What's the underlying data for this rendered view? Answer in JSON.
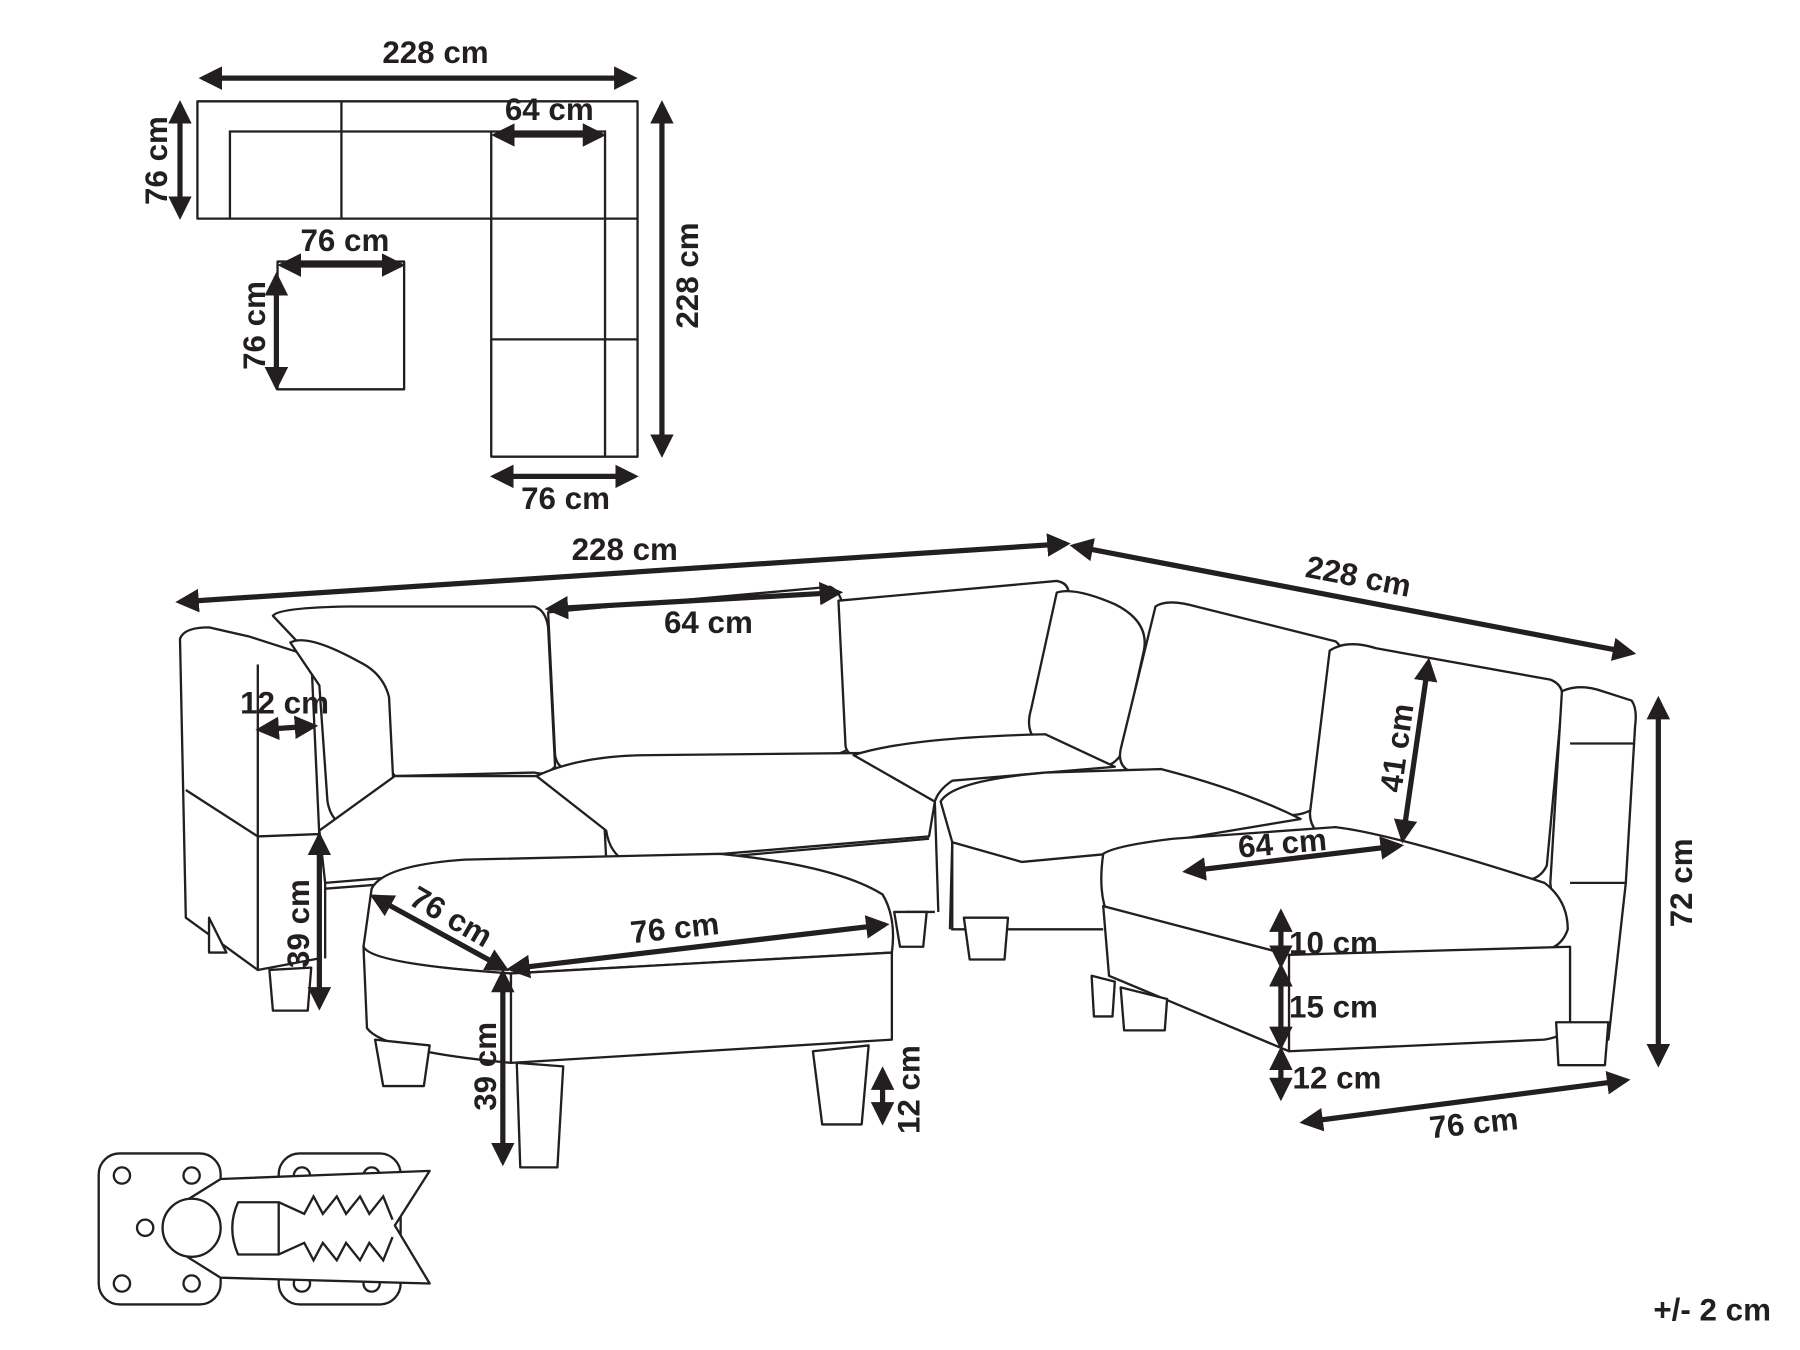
{
  "diagram": {
    "line_color": "#231f20",
    "background": "#ffffff",
    "top_view": {
      "overall_width": "228 cm",
      "section_depth": "76 cm",
      "seat_width": "64 cm",
      "ottoman_width": "76 cm",
      "ottoman_depth": "76 cm",
      "overall_length": "228 cm",
      "corner_width": "76 cm"
    },
    "perspective_view": {
      "overall_width_left": "228 cm",
      "overall_width_right": "228 cm",
      "seat_width": "64 cm",
      "armrest_width": "12 cm",
      "back_cushion_height": "41 cm",
      "seat_cushion_width": "64 cm",
      "total_height": "72 cm",
      "seat_height": "39 cm",
      "ottoman_depth": "76 cm",
      "ottoman_width": "76 cm",
      "cushion_thickness": "10 cm",
      "base_height": "15 cm",
      "leg_height": "12 cm",
      "module_depth": "76 cm",
      "ottoman_height": "39 cm",
      "ottoman_leg_height": "12 cm"
    },
    "tolerance": "+/- 2 cm",
    "connector_icon": "sofa-connector-clip-icon"
  }
}
